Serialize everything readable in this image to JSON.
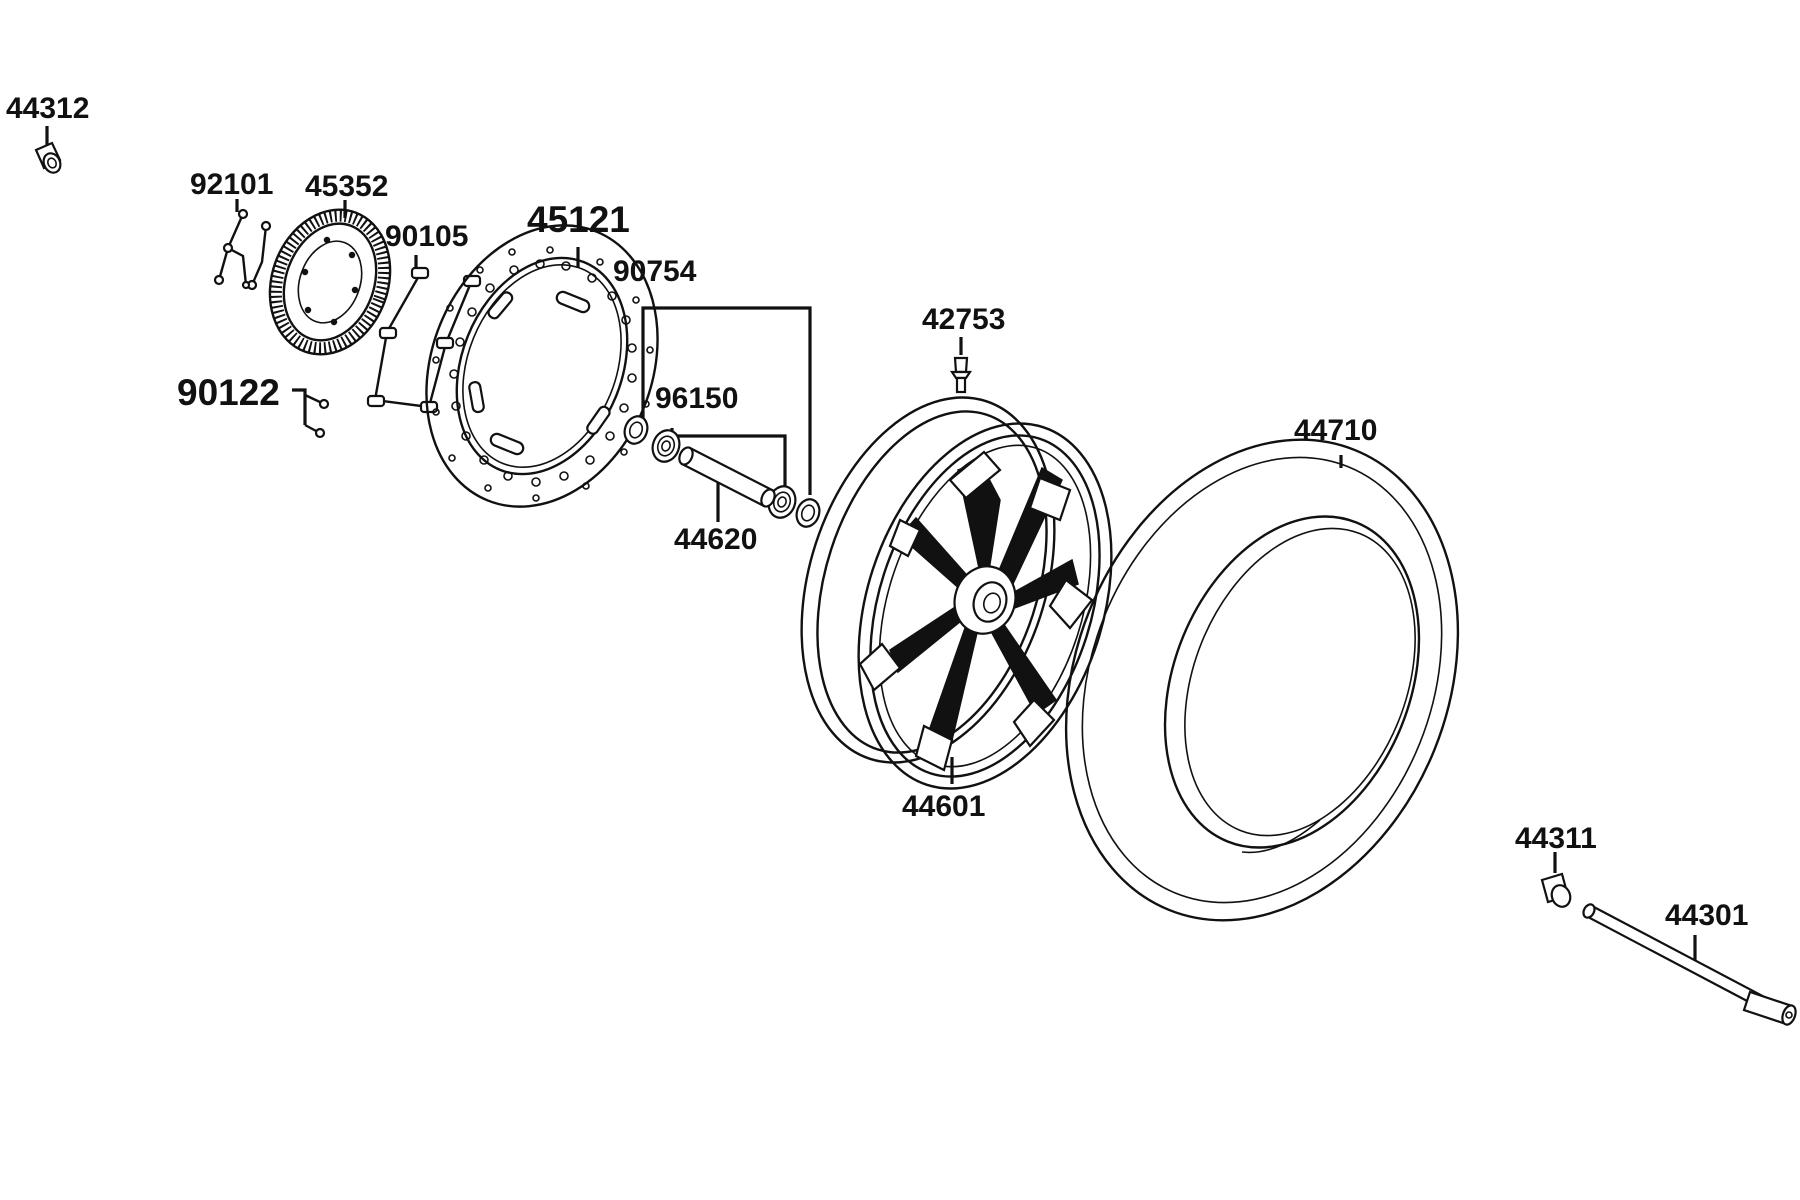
{
  "diagram": {
    "labels": {
      "p44312": "44312",
      "p92101": "92101",
      "p45352": "45352",
      "p90105": "90105",
      "p45121": "45121",
      "p90754": "90754",
      "p42753": "42753",
      "p90122": "90122",
      "p96150": "96150",
      "p44620": "44620",
      "p44710": "44710",
      "p44601": "44601",
      "p44311": "44311",
      "p44301": "44301"
    },
    "line_color": "#111111",
    "background": "#ffffff"
  }
}
